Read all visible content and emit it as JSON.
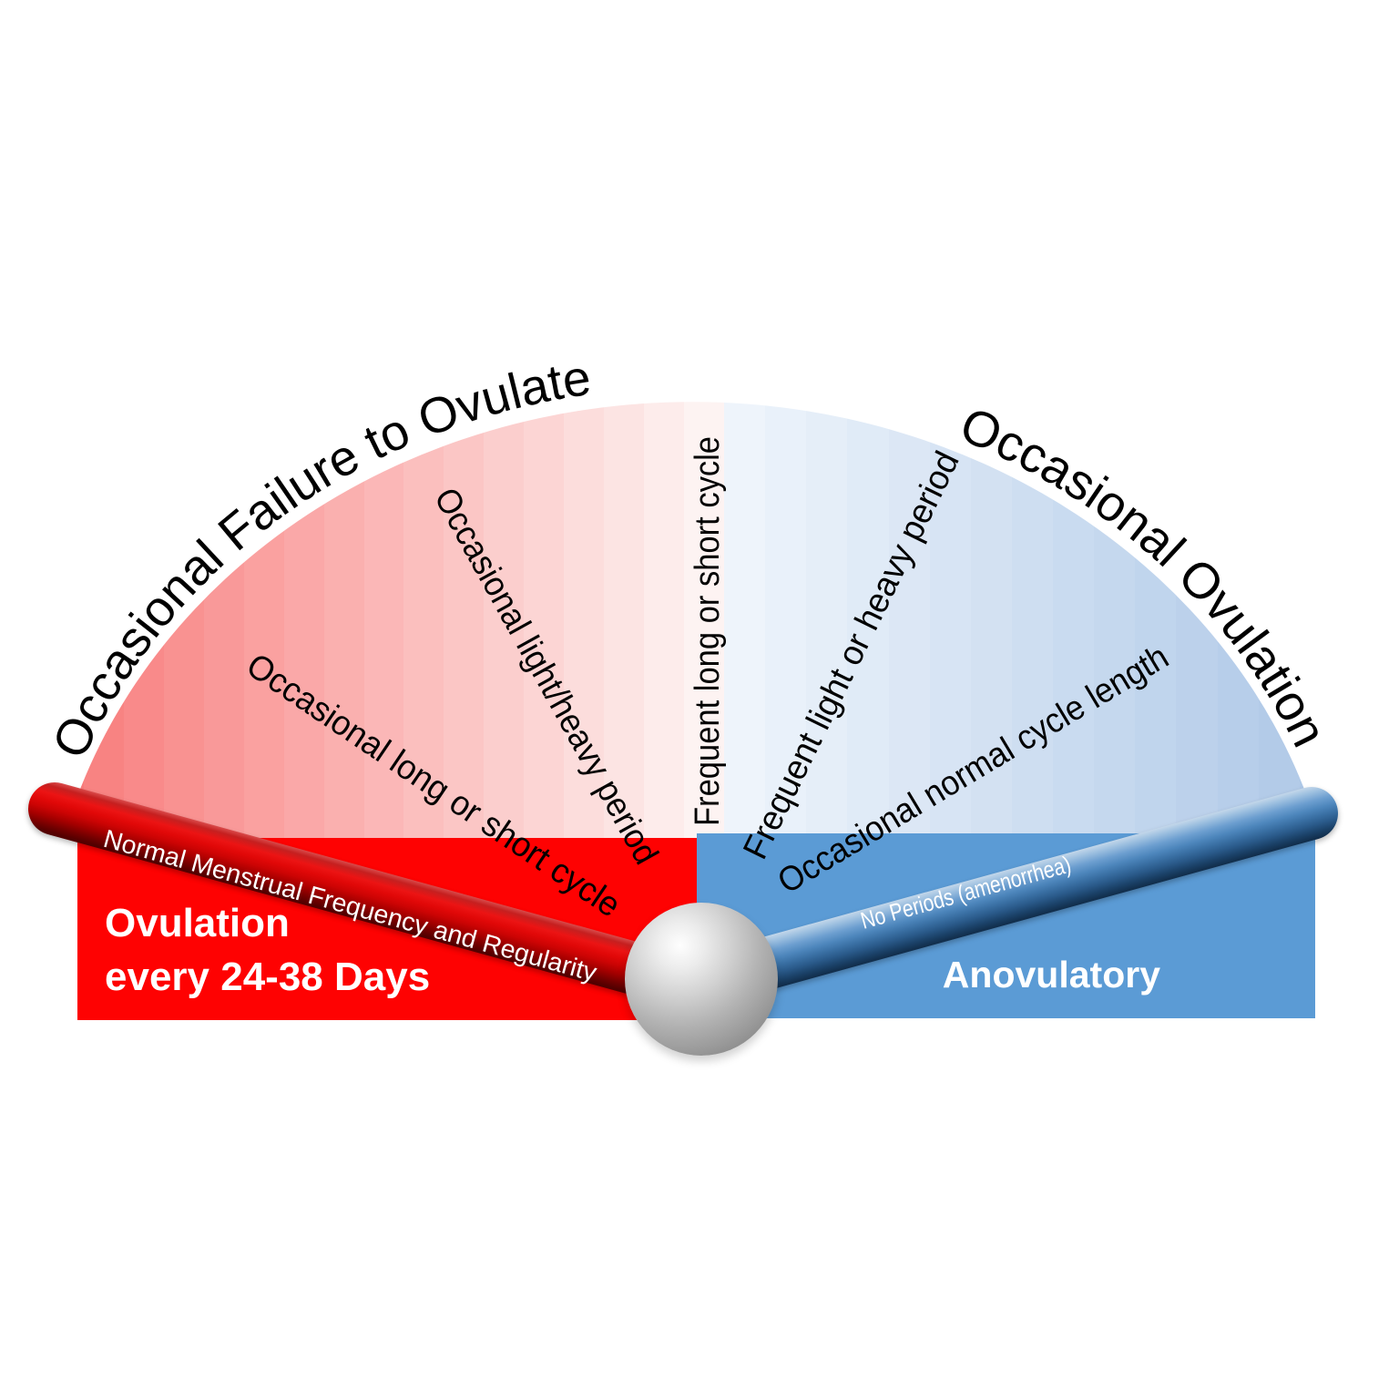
{
  "gauge": {
    "title_left": "Occasional Failure to Ovulate",
    "title_right": "Occasional Ovulation",
    "radial_labels": [
      "Occasional long or short cycle",
      "Occasional light/heavy period",
      "Frequent  long or short cycle",
      "Frequent  light or heavy period",
      "Occasional normal cycle length"
    ],
    "left_lever_label": "Normal Menstrual Frequency and Regularity",
    "right_lever_label": "No Periods (amenorrhea)",
    "left_zone": {
      "line1": "Ovulation",
      "line2": "every 24-38 Days"
    },
    "right_zone_label": "Anovulatory"
  },
  "colors": {
    "zone_red": "#fe0202",
    "zone_blue": "#5b9bd5",
    "fan_red": "#f87b7b",
    "fan_pink": "#fdf3f2",
    "fan_pale_blue": "#eef4fb",
    "fan_blue": "#aec8e7",
    "lever_red": "#d80b0b",
    "lever_blue": "#4a86bd",
    "sphere_gray": "#b3b3b3",
    "text_dark": "#000000",
    "text_light": "#ffffff"
  }
}
